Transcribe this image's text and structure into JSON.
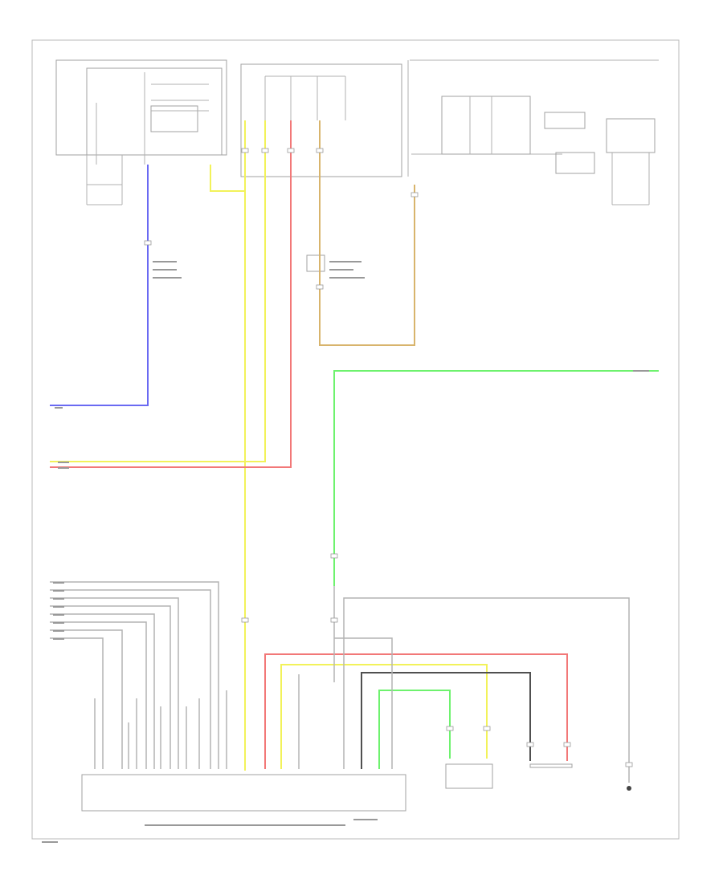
{
  "diagram": {
    "page_label": "",
    "components": [
      {
        "id": "comp-top-left",
        "label": ""
      },
      {
        "id": "comp-relay",
        "label": ""
      },
      {
        "id": "comp-fuse-block",
        "label": ""
      },
      {
        "id": "comp-right-block",
        "label": ""
      },
      {
        "id": "comp-ecu",
        "label": ""
      },
      {
        "id": "comp-sensor-1",
        "label": ""
      },
      {
        "id": "comp-sensor-2",
        "label": ""
      },
      {
        "id": "comp-ground",
        "label": ""
      }
    ],
    "wire_colors": {
      "blue": "#6a6af2",
      "yellow": "#f2f25a",
      "red": "#f27878",
      "green": "#6ef26e",
      "tan": "#d8b46c",
      "dark": "#505050",
      "grey": "#b4b4b4"
    }
  }
}
